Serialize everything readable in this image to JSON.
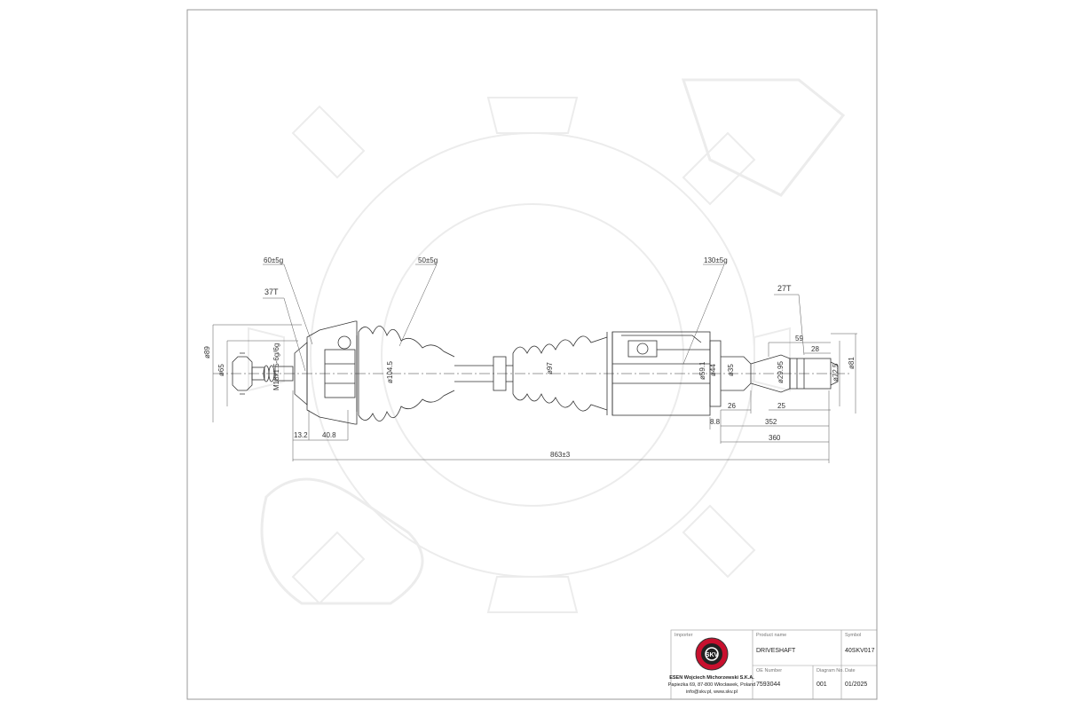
{
  "drawing": {
    "dimensions": {
      "d89": "ø89",
      "d65": "ø65",
      "thread_left": "M18x1.5-6g/6g",
      "d104_5": "ø104.5",
      "d97": "ø97",
      "d59": "ø59.1",
      "d44": "ø44",
      "d35": "ø35",
      "d29_95": "ø29.95",
      "d72_5": "ø72.5",
      "d81": "ø81",
      "len_13_2": "13.2",
      "len_40_8": "40.8",
      "len_863": "863±3",
      "len_59": "59",
      "len_28": "28",
      "len_26": "26",
      "len_25": "25",
      "len_8_8": "8.8",
      "len_352": "352",
      "len_360": "360"
    },
    "callouts": {
      "grease_60": "60±5g",
      "grease_50": "50±5g",
      "grease_130": "130±5g",
      "teeth_37": "37T",
      "teeth_27": "27T"
    }
  },
  "title_block": {
    "importer_label": "Importer",
    "importer_name": "ESEN Wojciech Michorzewski S.K.A.",
    "importer_address": "Papieżka 69, 87-800 Włocławek, Poland",
    "importer_contact": "info@skv.pl, www.skv.pl",
    "logo_text": "SKV",
    "product_name_label": "Product name",
    "product_name": "DRIVESHAFT",
    "symbol_label": "Symbol",
    "symbol": "40SKV017",
    "oe_label": "OE Number",
    "oe_number": "7593044",
    "diagram_label": "Diagram No.",
    "diagram_no": "001",
    "date_label": "Date",
    "date": "01/2025"
  },
  "colors": {
    "line": "#333333",
    "watermark": "#ececec",
    "frame": "#999999"
  }
}
